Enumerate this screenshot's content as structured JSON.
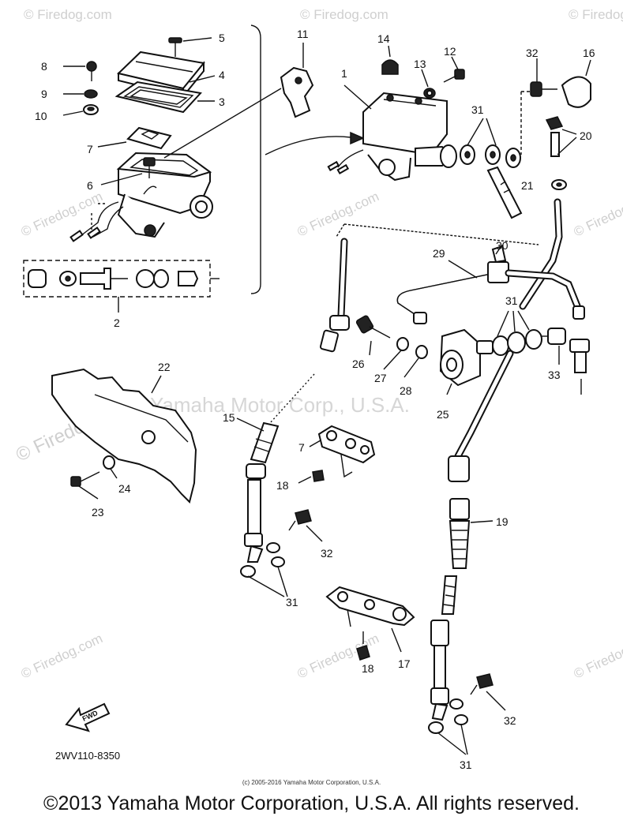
{
  "diagram": {
    "drawing_code": "2WV110-8350",
    "center_watermark": "Yamaha Motor Corp., U.S.A.",
    "site_watermark": "© Firedog.com",
    "fwd_label": "FWD",
    "small_copyright": "(c) 2005-2016 Yamaha Motor Corporation, U.S.A.",
    "copyright": "©2013 Yamaha Motor Corporation, U.S.A. All rights reserved."
  },
  "callouts": {
    "c1": "1",
    "c2": "2",
    "c3": "3",
    "c4": "4",
    "c5": "5",
    "c6": "6",
    "c7a": "7",
    "c7b": "7",
    "c8": "8",
    "c9": "9",
    "c10": "10",
    "c11": "11",
    "c12": "12",
    "c13": "13",
    "c14": "14",
    "c15": "15",
    "c16": "16",
    "c17": "17",
    "c18a": "18",
    "c18b": "18",
    "c19": "19",
    "c20": "20",
    "c21": "21",
    "c22": "22",
    "c23": "23",
    "c24": "24",
    "c25": "25",
    "c26": "26",
    "c27": "27",
    "c28": "28",
    "c29": "29",
    "c30": "30",
    "c31a": "31",
    "c31b": "31",
    "c31c": "31",
    "c31d": "31",
    "c32a": "32",
    "c32b": "32",
    "c32c": "32",
    "c33": "33"
  }
}
